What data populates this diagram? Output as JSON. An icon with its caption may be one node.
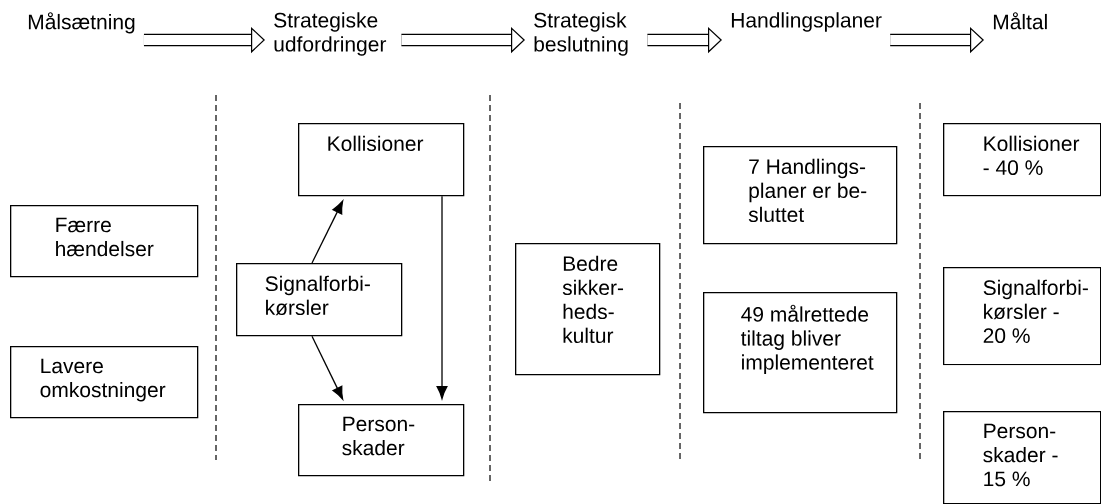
{
  "diagram": {
    "nodes": [
      {
        "text": [
          "Målsætning"
        ]
      },
      {
        "text": [
          "Strategiske udfordringer"
        ]
      },
      {
        "text": [
          "Strategisk beslutning"
        ]
      },
      {
        "text": [
          "Handlingsplaner"
        ]
      },
      {
        "text": [
          "Måltal"
        ]
      },
      {
        "text": [
          "Færre hændelser"
        ]
      },
      {
        "text": [
          "Lavere omkostninger"
        ]
      },
      {
        "text": [
          "Kollisioner"
        ]
      },
      {
        "text": [
          "Signalforbi- kørsler"
        ]
      },
      {
        "text": [
          "Person- skader"
        ]
      },
      {
        "text": [
          "Bedre sikker- heds- kultur"
        ]
      },
      {
        "text": [
          "7 Handlings- planer er be- sluttet"
        ]
      },
      {
        "text": [
          "49 målrettede tiltag bliver implementeret"
        ]
      },
      {
        "text": [
          "Kollisioner - 40 %"
        ]
      },
      {
        "text": [
          "Signalforbi- kørsler - 20 %"
        ]
      },
      {
        "text": [
          "Person- skader - 15 %"
        ]
      }
    ],
    "edges": [
      {
        "from": 0,
        "to": 1,
        "arrow": "to"
      },
      {
        "from": 1,
        "to": 2,
        "arrow": "to"
      },
      {
        "from": 2,
        "to": 3,
        "arrow": "to"
      },
      {
        "from": 3,
        "to": 4,
        "arrow": "to"
      },
      {
        "from": 8,
        "to": 7,
        "arrow": "to"
      },
      {
        "from": 8,
        "to": 9,
        "arrow": "to"
      },
      {
        "from": 7,
        "to": 9,
        "arrow": "to"
      }
    ]
  }
}
